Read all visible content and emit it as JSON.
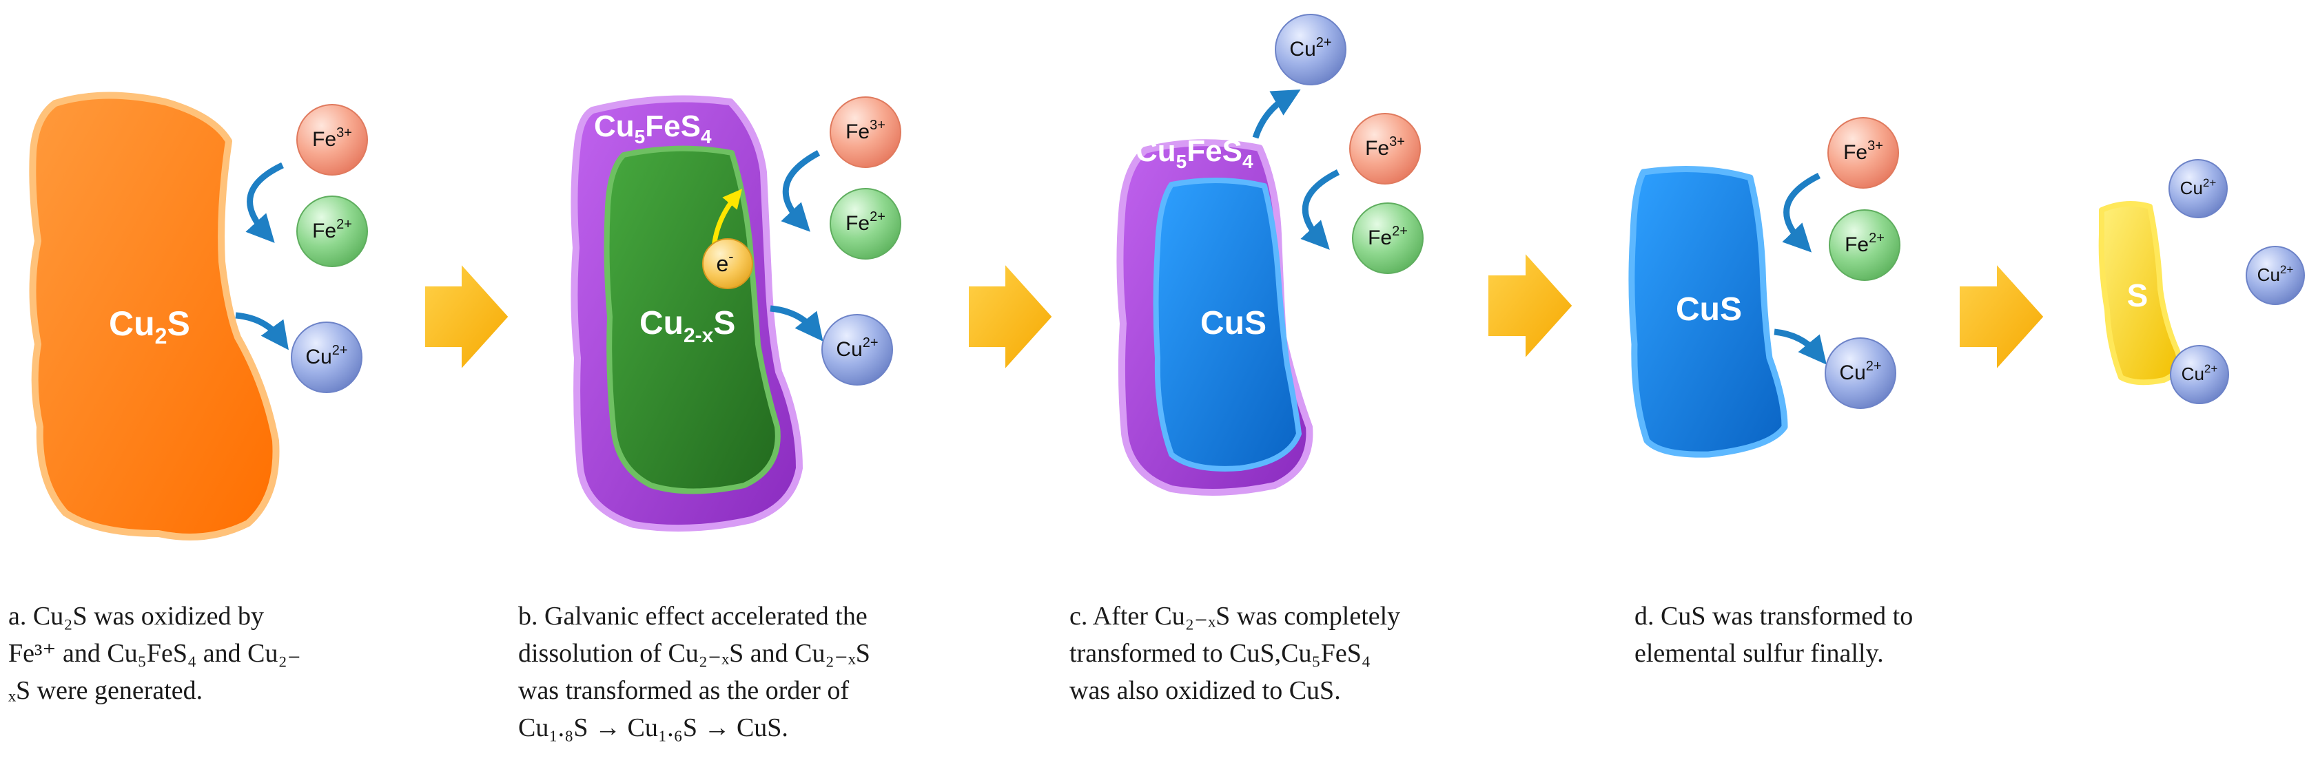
{
  "colors": {
    "cu2s": "#ff7d1a",
    "cu5fes4": "#a43ed6",
    "cu2xs": "#2f8a2a",
    "cus": "#0f7fe0",
    "sulfur": "#ffd400",
    "arrow": "#ffb400",
    "curl": "#1e7fc4",
    "fe3": "#f7a88f",
    "fe2": "#8fd88f",
    "cu2": "#9fb2e8",
    "electron": "#f9c95a"
  },
  "ions": {
    "fe3": "Fe",
    "fe3_charge": "3+",
    "fe2": "Fe",
    "fe2_charge": "2+",
    "cu2": "Cu",
    "cu2_charge": "2+",
    "electron": "e",
    "electron_charge": "-"
  },
  "particles": {
    "cu2s": {
      "main": "Cu",
      "sub": "2",
      "tail": "S"
    },
    "cu5fes4": {
      "a": "Cu",
      "a_sub": "5",
      "b": "FeS",
      "b_sub": "4"
    },
    "cu2xs": {
      "main": "Cu",
      "sub": "2-x",
      "tail": "S"
    },
    "cus": "CuS",
    "sulfur": "S"
  },
  "captions": {
    "a": "a.  Cu₂S  was  oxidized  by\nFe³⁺ and Cu₅FeS₄ and Cu₂₋\nₓS were generated.",
    "b": "b. Galvanic effect accelerated the\n dissolution of Cu₂₋ₓS and Cu₂₋ₓS\nwas  transformed as the order of\nCu₁.₈S → Cu₁.₆S → CuS.",
    "c": "c. After Cu₂₋ₓS was completely\ntransformed to CuS,Cu₅FeS₄\nwas also oxidized to CuS.",
    "d": "d. CuS was transformed to\nelemental sulfur finally."
  }
}
